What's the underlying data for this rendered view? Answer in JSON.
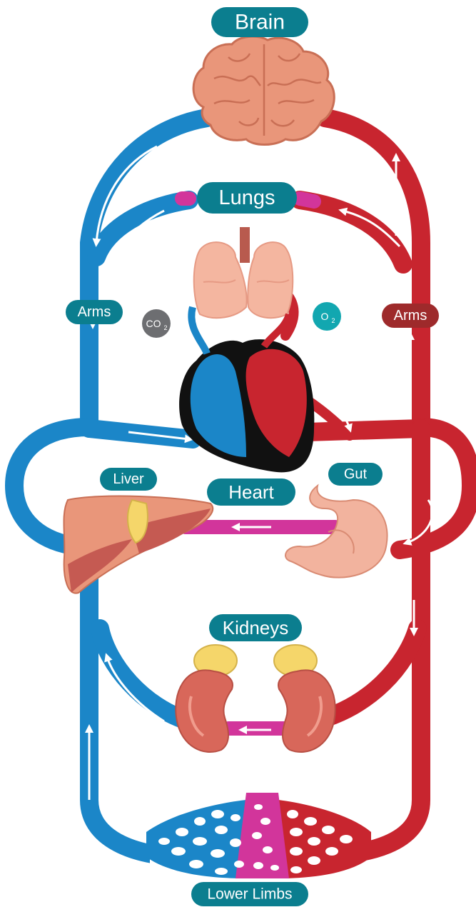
{
  "labels": {
    "brain": "Brain",
    "lungs": "Lungs",
    "arms_left": "Arms",
    "arms_right": "Arms",
    "heart": "Heart",
    "liver": "Liver",
    "gut": "Gut",
    "kidneys": "Kidneys",
    "lower_limbs": "Lower Limbs",
    "co2": "CO",
    "co2_sub": "2",
    "o2": "O",
    "o2_sub": "2"
  },
  "colors": {
    "deoxygenated": "#1b86c8",
    "oxygenated": "#c8252f",
    "mixed": "#d2359b",
    "label_bg": "#0b7e8f",
    "arms_right_bg": "#9e2a2b",
    "co2_bg": "#6d6e71",
    "o2_bg": "#12a7b0",
    "organ_pink": "#e9967a",
    "lung_pink": "#f4b6a0",
    "gland_yellow": "#f5d66a"
  }
}
